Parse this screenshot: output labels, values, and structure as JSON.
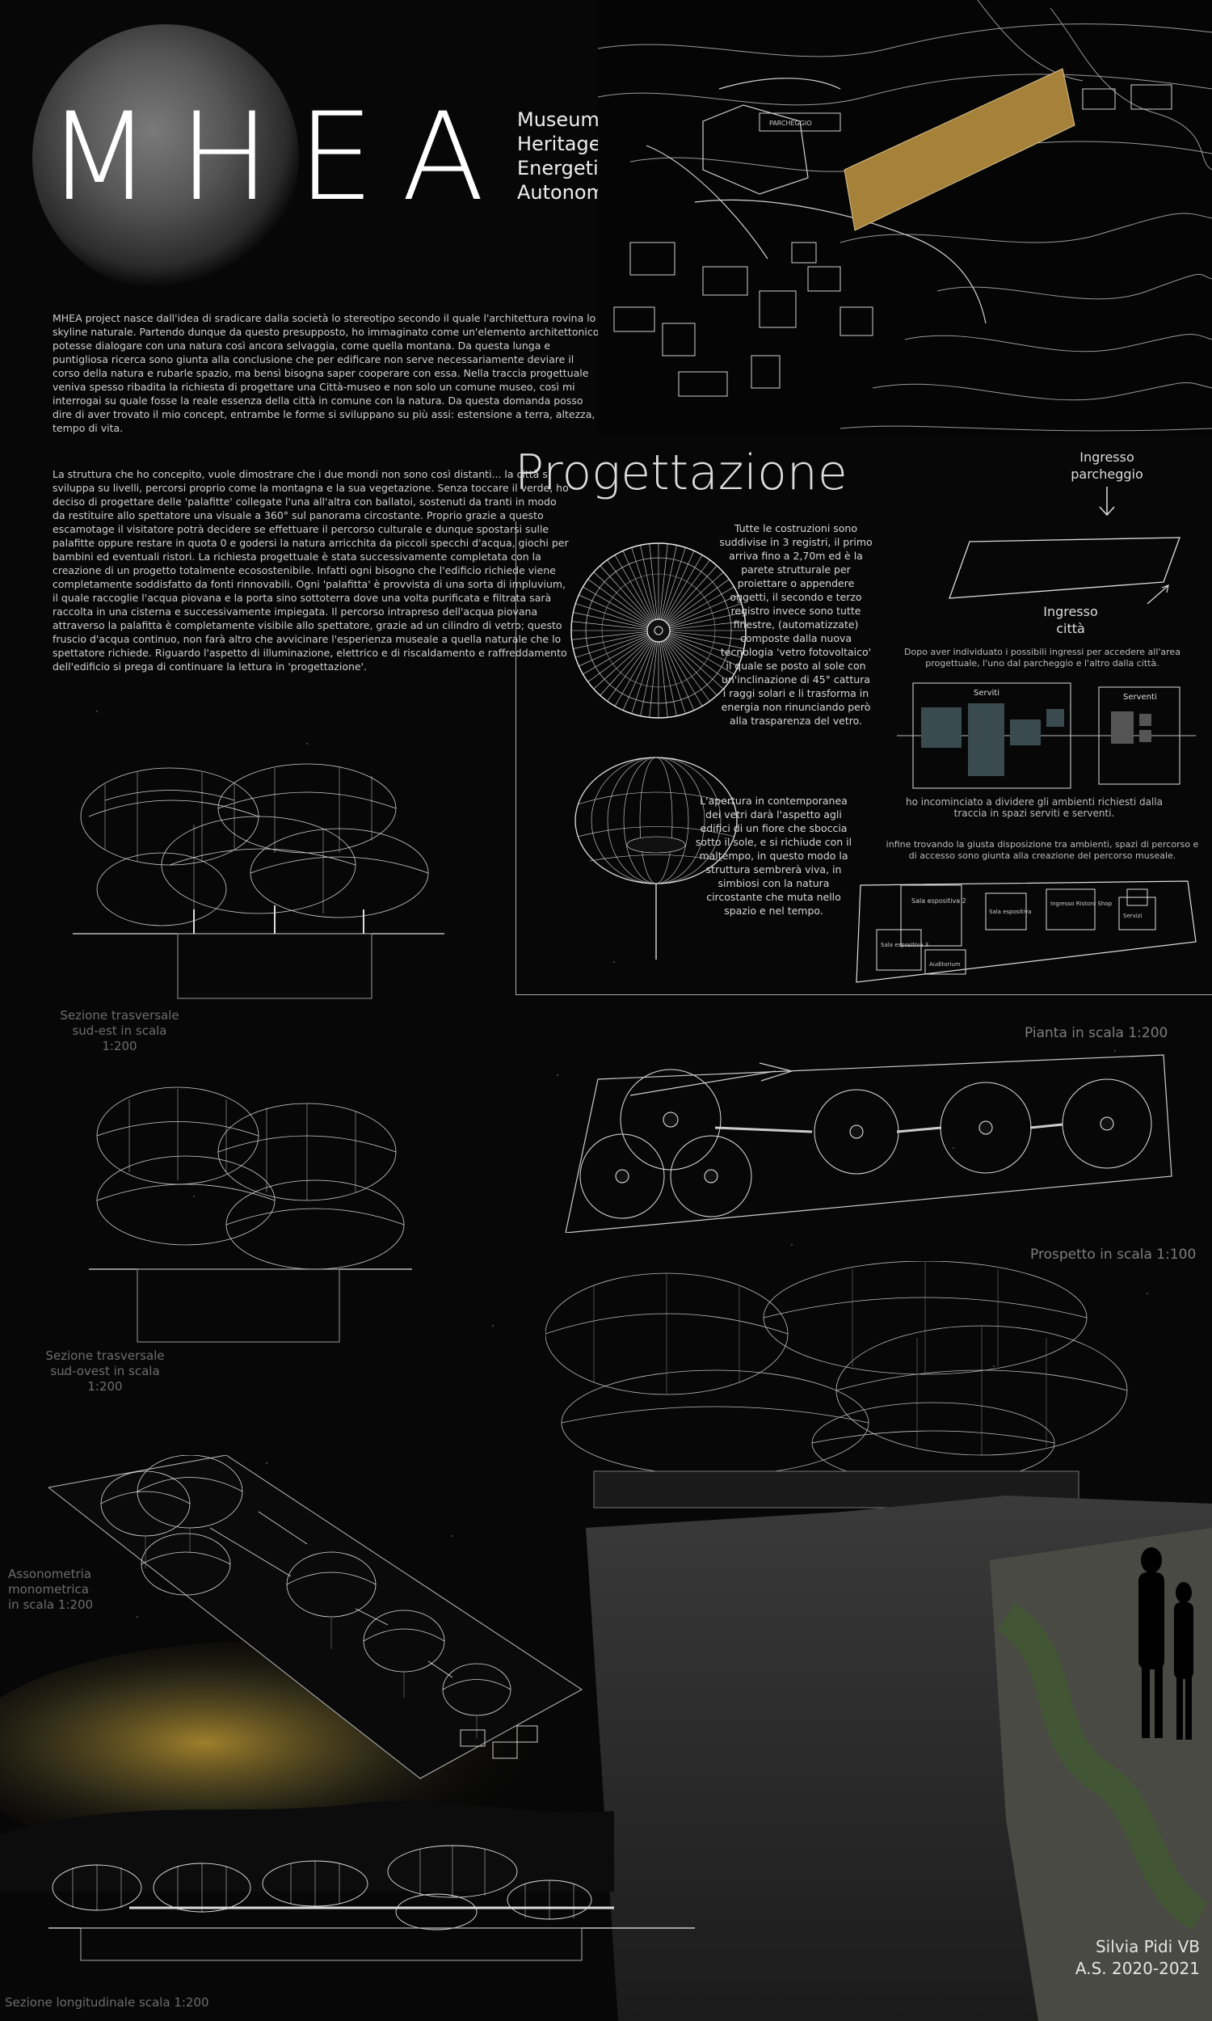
{
  "header": {
    "title": "MHEA",
    "acronym": [
      "Museum",
      "Heritage",
      "Energetically",
      "Autonomous"
    ]
  },
  "intro": {
    "paragraph_1": "MHEA project nasce dall'idea di sradicare dalla società lo stereotipo secondo il quale l'architettura rovina lo skyline naturale. Partendo dunque da questo presupposto, ho immaginato come un'elemento architettonico potesse dialogare con una natura così ancora selvaggia, come quella montana. Da questa lunga e puntigliosa ricerca sono giunta alla conclusione che per edificare non serve necessariamente deviare il corso della natura e rubarle spazio, ma bensì bisogna saper cooperare con essa. Nella traccia progettuale veniva spesso ribadita la richiesta di progettare una Città-museo e non solo un comune museo, così mi interrogai su quale fosse la reale essenza della città in comune con la natura. Da questa domanda posso dire di aver trovato il mio concept, entrambe le forme si sviluppano su più assi: estensione a terra, altezza, tempo di vita.",
    "paragraph_2": "La struttura che ho concepito, vuole dimostrare che i due mondi non sono così distanti... la città si sviluppa su livelli, percorsi proprio come la montagna e la sua vegetazione. Senza toccare il verde, ho deciso di progettare delle 'palafitte' collegate l'una all'altra con ballatoi, sostenuti da tranti in modo da restituire allo spettatore una visuale a 360° sul panorama circostante. Proprio grazie a questo escamotage il visitatore potrà decidere se effettuare il percorso culturale e dunque spostarsi sulle palafitte oppure restare in quota 0 e godersi la natura arricchita da piccoli specchi d'acqua, giochi per bambini ed eventuali ristori. La richiesta progettuale è stata successivamente completata con la creazione di un progetto totalmente ecosostenibile. Infatti ogni bisogno che l'edificio richiede viene completamente soddisfatto da fonti rinnovabili. Ogni 'palafitta' è provvista di una sorta di impluvium, il quale raccoglie l'acqua piovana e la porta sino sottoterra dove una volta purificata e filtrata sarà raccolta in una cisterna e successivamente impiegata. Il percorso intrapreso dell'acqua piovana attraverso la palafitta è completamente visibile allo spettatore, grazie ad un cilindro di vetro; questo fruscio d'acqua continuo, non farà altro che avvicinare l'esperienza museale a quella naturale che lo spettatore richiede. Riguardo l'aspetto di illuminazione, elettrico e di riscaldamento e raffreddamento dell'edificio si prega di continuare la lettura in 'progettazione'."
  },
  "site_plan": {
    "parking_label": "PARCHEGGIO",
    "accent_color": "#a5813a"
  },
  "progettazione": {
    "title": "Progettazione",
    "text_registers": "Tutte le costruzioni sono suddivise in 3 registri, il primo arriva fino a 2,70m ed è la parete strutturale per proiettare o appendere oggetti, il secondo e terzo registro invece sono tutte finestre, (automatizzate) composte dalla nuova tecnologia 'vetro fotovoltaico' il quale se posto al sole con un'inclinazione di 45° cattura i raggi solari e li trasforma in energia non rinunciando però alla trasparenza del vetro.",
    "text_opening": "L'apertura in contemporanea dei vetri darà l'aspetto agli edifici di un fiore che sboccia sotto il sole, e si richiude con il maltempo, in questo modo la struttura sembrerà viva, in simbiosi con la natura circostante che muta nello spazio e nel tempo.",
    "ingresso_parcheggio": [
      "Ingresso",
      "parcheggio"
    ],
    "ingresso_citta": [
      "Ingresso",
      "città"
    ],
    "note_ingressi": "Dopo aver individuato i possibili ingressi per accedere all'area progettuale, l'uno dal parcheggio e l'altro dalla città.",
    "scheme_labels": {
      "serviti": "Serviti",
      "serventi": "Serventi"
    },
    "note_dividere": "ho incominciato a dividere gli ambienti richiesti dalla traccia in spazi serviti e serventi.",
    "note_percorso": "infine trovando la giusta disposizione tra ambienti, spazi di percorso e di accesso sono giunta alla creazione del percorso museale.",
    "plan_rooms": [
      "Sala espositiva 2",
      "Sala espositiva 3",
      "Auditorium",
      "Sala espositiva",
      "Ingresso Ristoro Shop",
      "Servizi"
    ]
  },
  "captions": {
    "sezione_sud_est": [
      "Sezione trasversale",
      "sud-est in scala",
      "1:200"
    ],
    "sezione_sud_ovest": [
      "Sezione trasversale",
      "sud-ovest in scala",
      "1:200"
    ],
    "pianta": "Pianta in scala 1:200",
    "prospetto": "Prospetto in scala 1:100",
    "assonometria": [
      "Assonometria",
      "monometrica",
      "in scala 1:200"
    ],
    "sezione_longitudinale": "Sezione longitudinale scala 1:200"
  },
  "signature": {
    "author": "Silvia Pidi VB",
    "year": "A.S. 2020-2021"
  }
}
